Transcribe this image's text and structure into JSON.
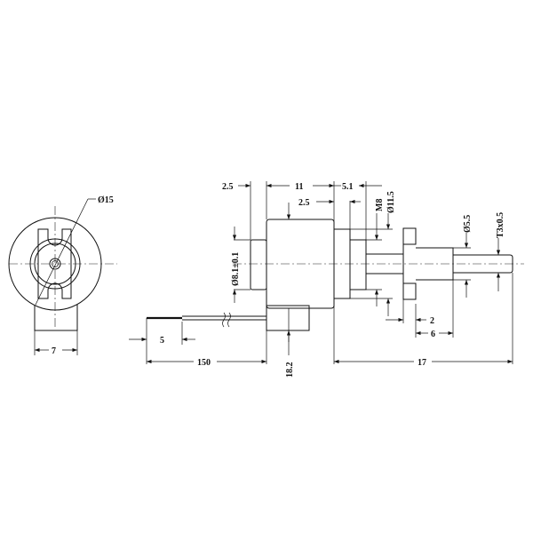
{
  "drawing": {
    "front_view": {
      "diameter_label": "Ø15",
      "width_label": "7"
    },
    "side_view": {
      "top_dims": [
        "2.5",
        "11",
        "5.1"
      ],
      "inner_dim": "2.5",
      "thread_label": "M8",
      "outer_diameter_label": "Ø11.5",
      "body_diameter_label": "Ø8.1±0.1",
      "shaft_diameter_label": "Ø5.5",
      "lead_screw_label": "T3x0.5",
      "flange_width_label": "2",
      "nut_length_label": "6",
      "shaft_length_label": "17",
      "height_label": "18.2",
      "wire_length_label": "150",
      "strip_length_label": "5"
    }
  }
}
